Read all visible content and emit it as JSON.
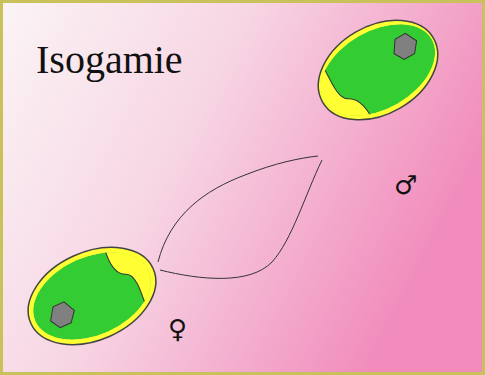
{
  "diagram": {
    "title": "Isogamie",
    "labels": [
      "♀",
      "♂"
    ]
  }
}
